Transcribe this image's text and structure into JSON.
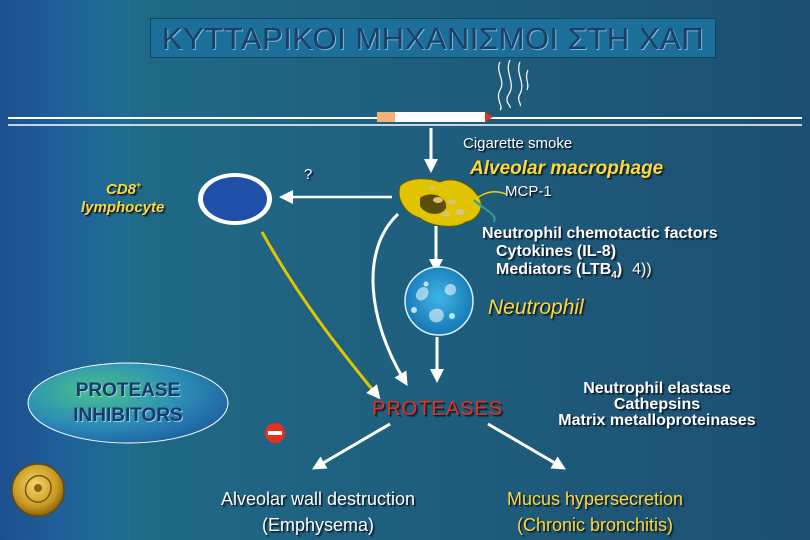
{
  "title": "ΚΥΤΤΑΡΙΚΟΙ ΜΗΧΑΝΙΣΜΟΙ ΣΤΗ ΧΑΠ",
  "smoke_label": "Cigarette smoke",
  "macrophage_label": "Alveolar macrophage",
  "mcp_label": "MCP-1",
  "question_mark": "?",
  "cd8": {
    "line1": "CD8",
    "sup": "+",
    "line2": "lymphocyte"
  },
  "chemotactic": {
    "line1": "Neutrophil chemotactic factors",
    "line2": "Cytokines (IL-8)",
    "line3_pre": "Mediators (LTB",
    "line3_sub": "4",
    "line3_post": ")",
    "line3_extra": "4))"
  },
  "neutrophil_label": "Neutrophil",
  "protease_inhibitors": {
    "line1": "PROTEASE",
    "line2": "INHIBITORS"
  },
  "proteases_label": "PROTEASES",
  "enzymes": {
    "line1": "Neutrophil elastase",
    "line2": "Cathepsins",
    "line3": "Matrix metalloproteinases"
  },
  "outcome_left": {
    "line1": "Alveolar wall destruction",
    "line2": "(Emphysema)"
  },
  "outcome_right": {
    "line1": "Mucus hypersecretion",
    "line2": "(Chronic bronchitis)"
  },
  "colors": {
    "accent_yellow": "#ffd83a",
    "proteases_red": "#e8311a",
    "macrophage": "#e0c400",
    "neutrophil": "#1e9ad0"
  }
}
